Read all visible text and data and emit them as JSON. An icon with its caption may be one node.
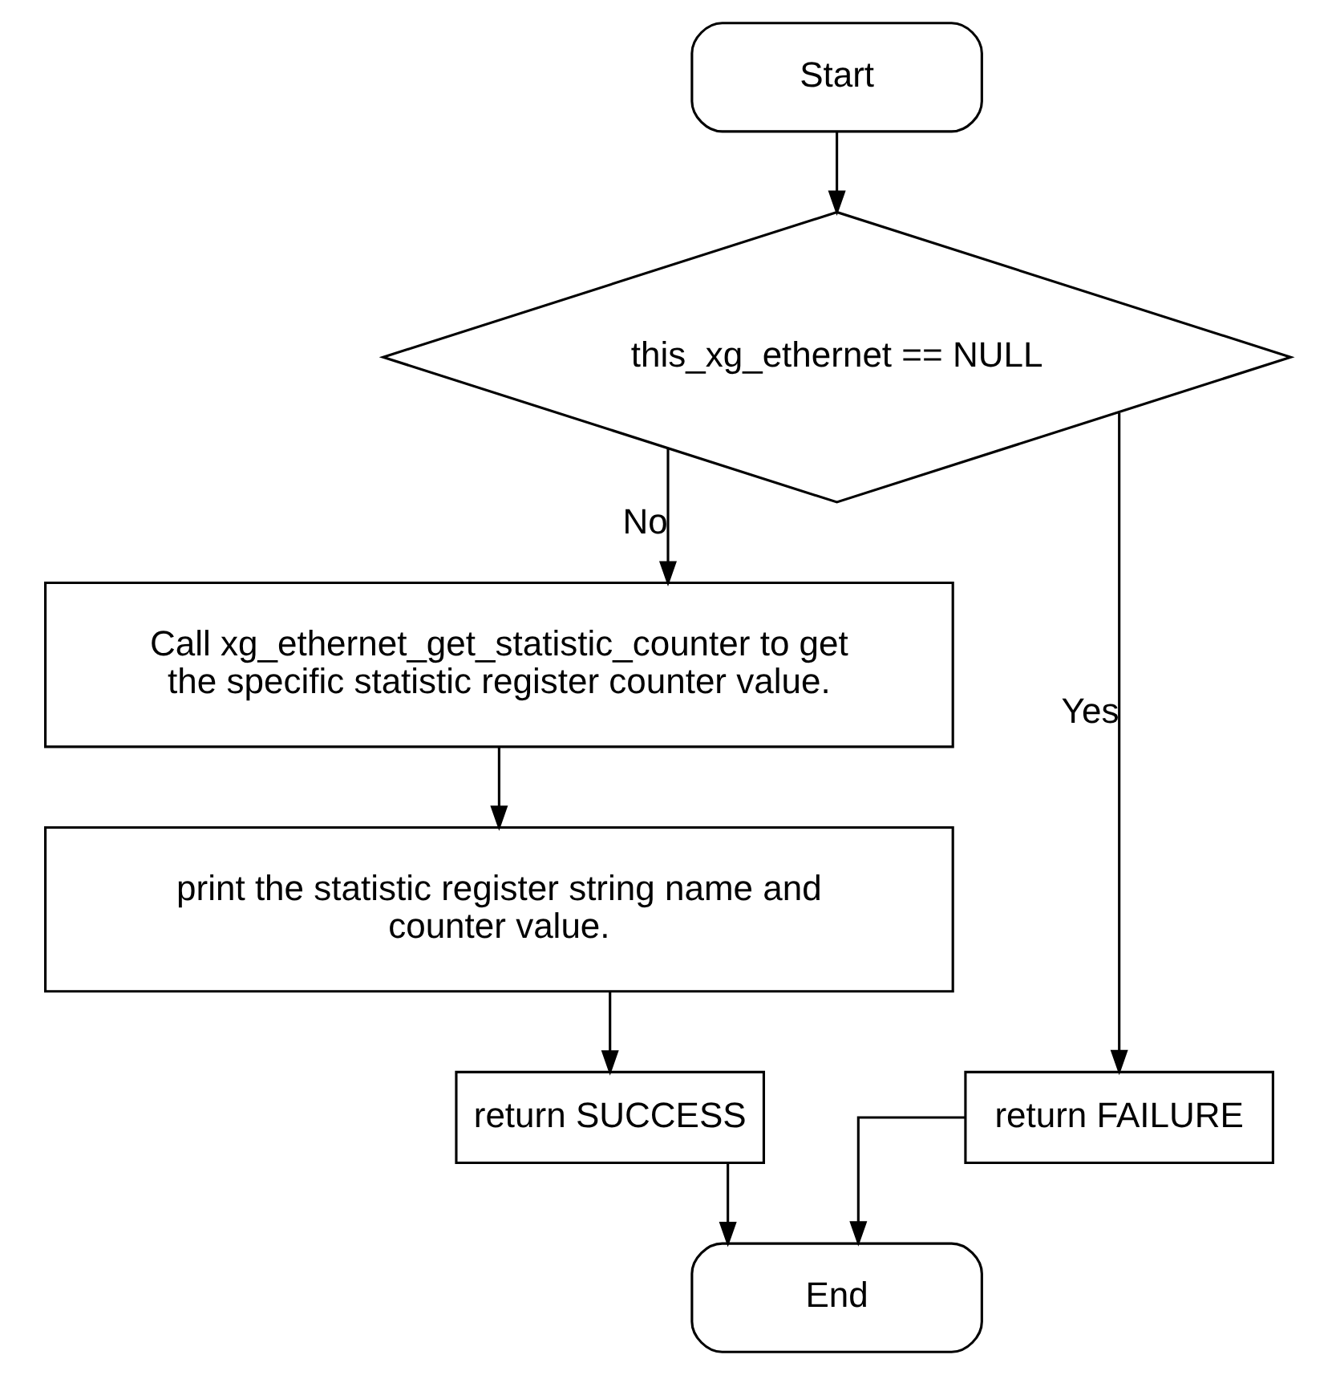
{
  "diagram": {
    "nodes": [
      {
        "text": [
          "Start"
        ]
      },
      {
        "text": [
          "this_xg_ethernet == NULL"
        ]
      },
      {
        "text": [
          "Call xg_ethernet_get_statistic_counter to get the specific statistic register counter value."
        ]
      },
      {
        "text": [
          "print the statistic register string name and counter value."
        ]
      },
      {
        "text": [
          "return SUCCESS"
        ]
      },
      {
        "text": [
          "return FAILURE"
        ]
      },
      {
        "text": [
          "End"
        ]
      }
    ],
    "edges": [
      {
        "from": 0,
        "to": 1,
        "arrow": "to"
      },
      {
        "from": 1,
        "to": 5,
        "label": "Yes",
        "arrow": "to"
      },
      {
        "from": 1,
        "to": 2,
        "label": "No",
        "arrow": "to"
      },
      {
        "from": 2,
        "to": 3,
        "arrow": "to"
      },
      {
        "from": 3,
        "to": 4,
        "arrow": "to"
      },
      {
        "from": 4,
        "to": 6,
        "arrow": "to"
      },
      {
        "from": 5,
        "to": 6,
        "arrow": "to"
      }
    ]
  }
}
